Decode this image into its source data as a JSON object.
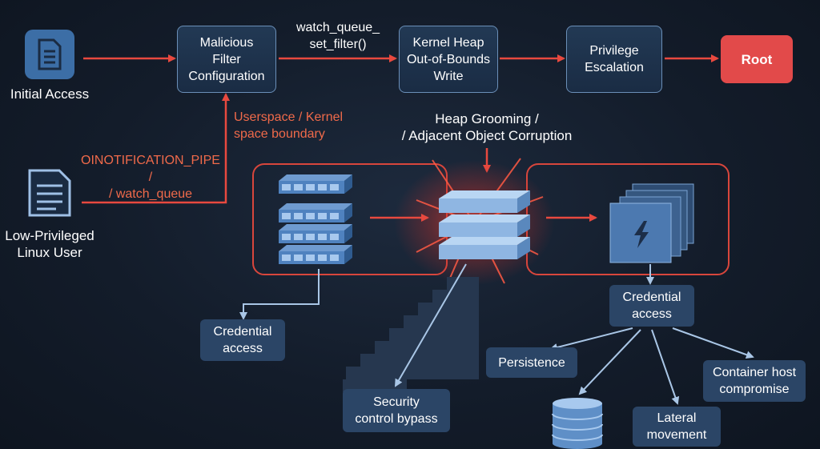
{
  "actors": {
    "initial_access": "Initial Access",
    "low_priv_user": "Low-Privileged\nLinux User"
  },
  "flow": {
    "malicious_filter": "Malicious\nFilter\nConfiguration",
    "syscall_label": "watch_queue_\nset_filter()",
    "kernel_heap": "Kernel Heap\nOut-of-Bounds\nWrite",
    "privilege_escalation": "Privilege\nEscalation",
    "root": "Root"
  },
  "annotations": {
    "boundary": "Userspace / Kernel\nspace boundary",
    "pipe": "OINOTIFICATION_PIPE\n/\n/ watch_queue",
    "heap_grooming": "Heap Grooming /\n/ Adjacent Object Corruption"
  },
  "outcomes": {
    "credential_access_left": "Credential\naccess",
    "credential_access_right": "Credential\naccess",
    "security_bypass": "Security\ncontrol bypass",
    "persistence": "Persistence",
    "container_host": "Container host\ncompromise",
    "lateral_movement": "Lateral\nmovement"
  },
  "colors": {
    "arrow_red": "#e8493f",
    "arrow_blue": "#a9c6e6",
    "root_fill": "#e24a4a"
  }
}
